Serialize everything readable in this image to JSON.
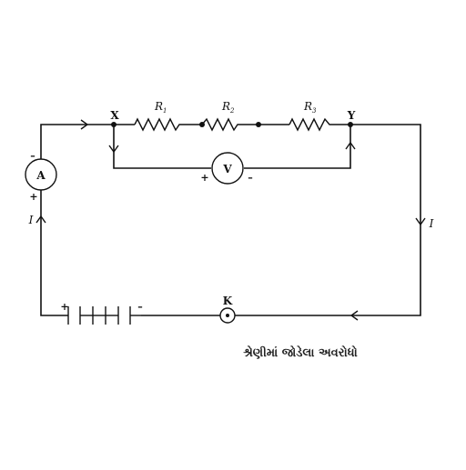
{
  "labels": {
    "node_x": "X",
    "node_y": "Y",
    "key": "K",
    "ammeter": "A",
    "voltmeter": "V",
    "current_left": "I",
    "current_right": "I",
    "resistor_1": {
      "base": "R",
      "sub": "1"
    },
    "resistor_2": {
      "base": "R",
      "sub": "2"
    },
    "resistor_3": {
      "base": "R",
      "sub": "3"
    },
    "ammeter_neg": "–",
    "ammeter_pos": "+",
    "voltmeter_pos": "+",
    "voltmeter_neg": "–",
    "battery_pos": "+",
    "battery_neg": "–"
  },
  "caption": "શ્રેણીમાં જોડેલા અવરોધો"
}
